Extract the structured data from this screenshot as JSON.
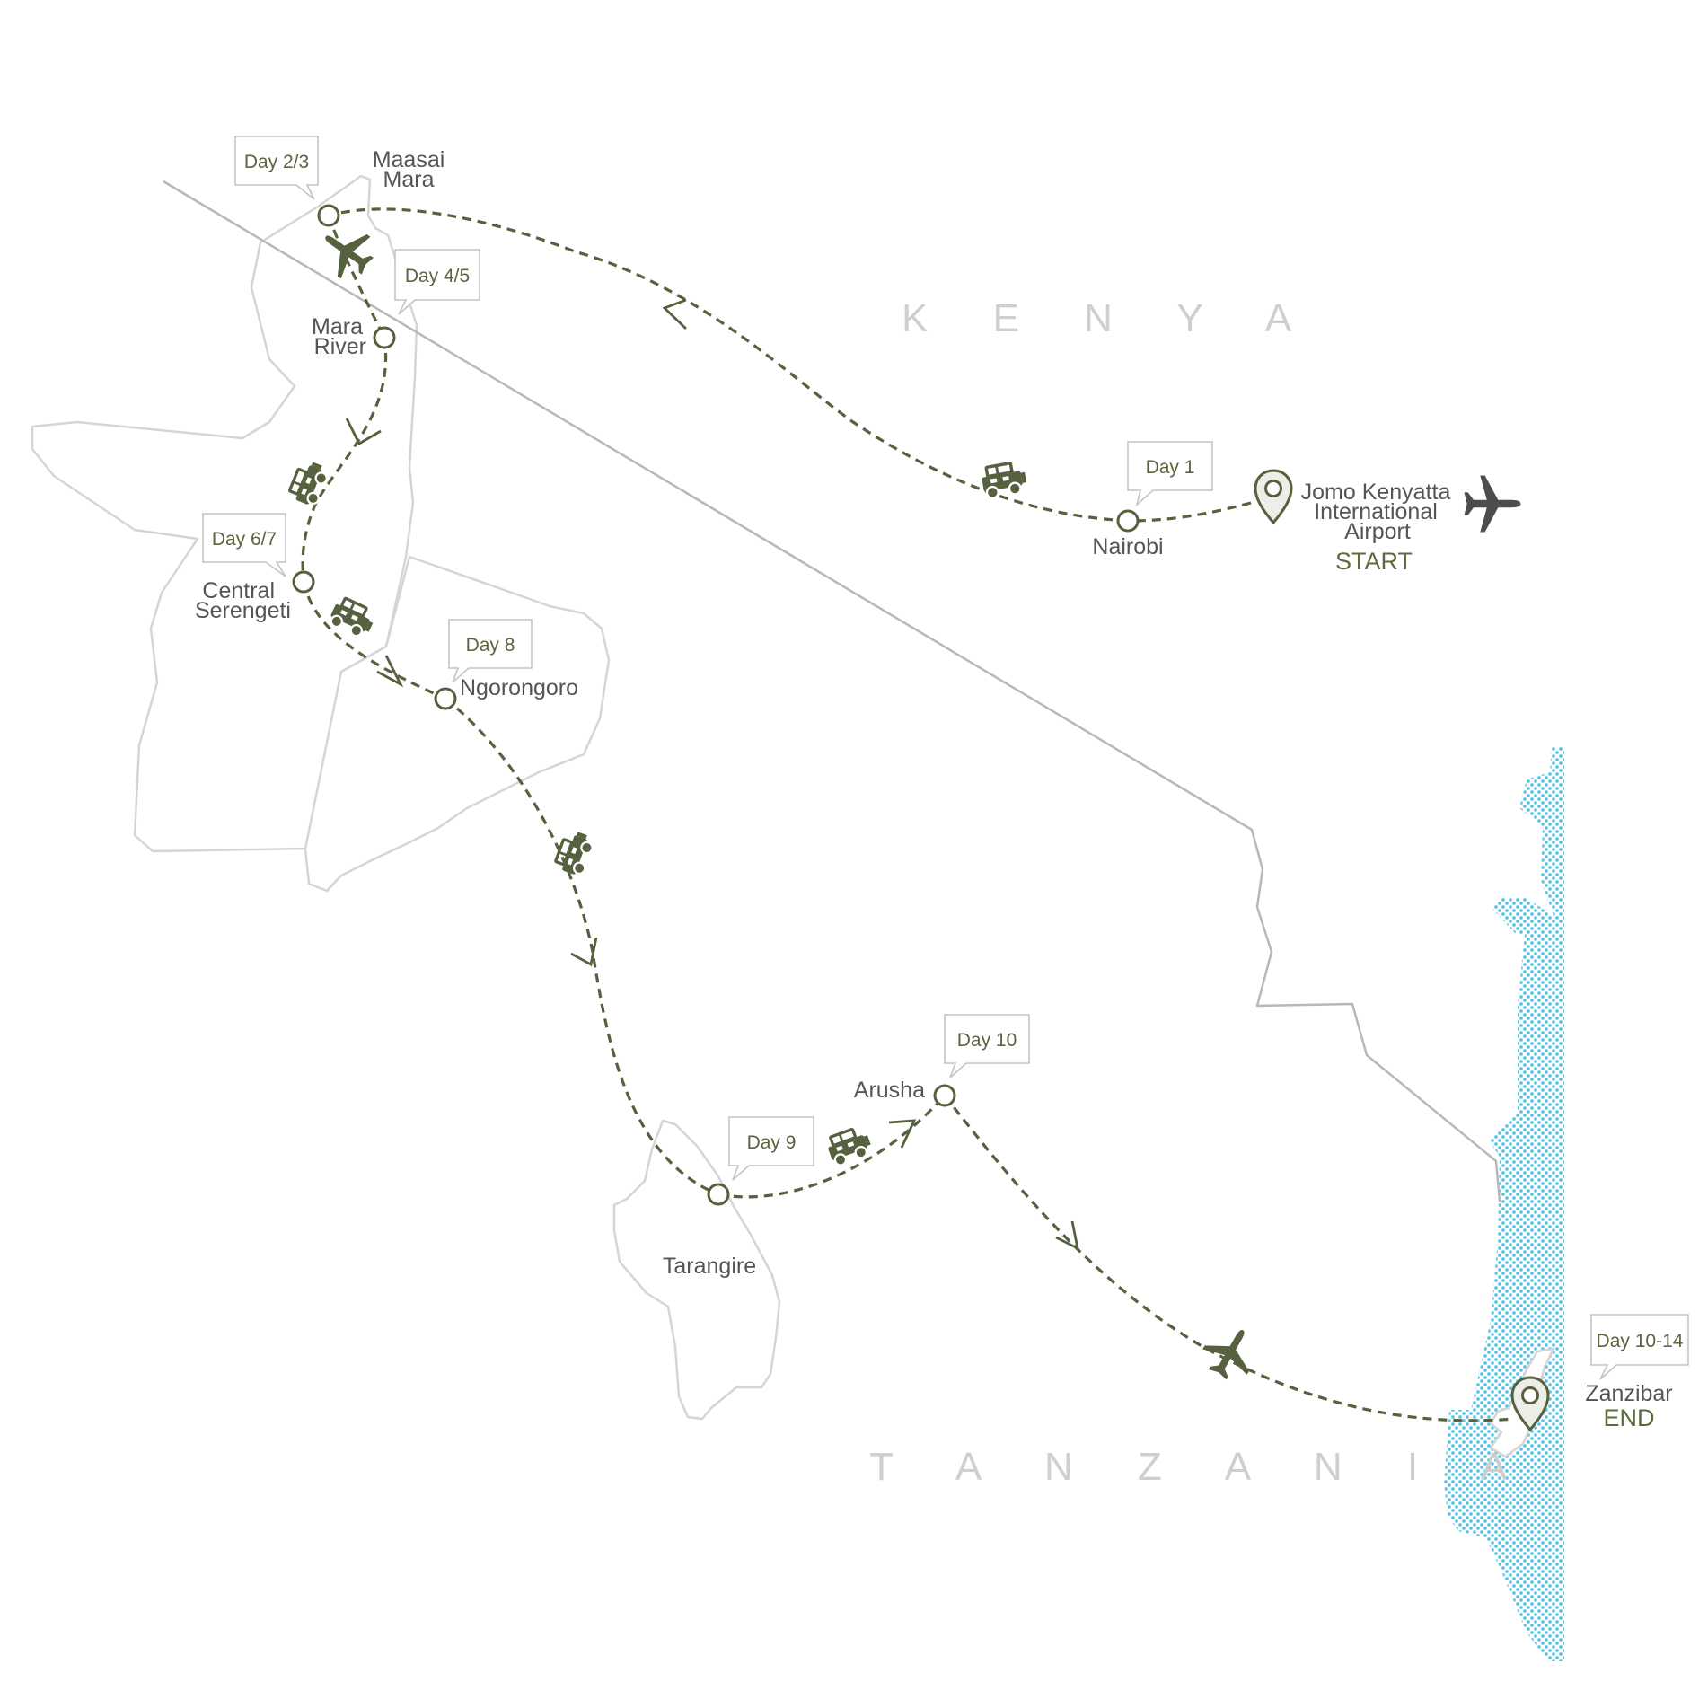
{
  "countries": {
    "kenya": "K E N Y A",
    "tanzania": "T A N Z A N I A"
  },
  "start": {
    "name_lines": [
      "Jomo Kenyatta",
      "International",
      "Airport"
    ],
    "status": "START",
    "icon": "location-pin-icon",
    "airport_icon": "airplane-icon"
  },
  "end": {
    "name": "Zanzibar",
    "status": "END",
    "icon": "location-pin-icon"
  },
  "stops": [
    {
      "id": "nairobi",
      "name_lines": [
        "Nairobi"
      ],
      "day": "Day 1"
    },
    {
      "id": "maasai-mara",
      "name_lines": [
        "Maasai",
        "Mara"
      ],
      "day": "Day 2/3"
    },
    {
      "id": "mara-river",
      "name_lines": [
        "Mara",
        "River"
      ],
      "day": "Day 4/5"
    },
    {
      "id": "central-serengeti",
      "name_lines": [
        "Central",
        "Serengeti"
      ],
      "day": "Day 6/7"
    },
    {
      "id": "ngorongoro",
      "name_lines": [
        "Ngorongoro"
      ],
      "day": "Day 8"
    },
    {
      "id": "tarangire",
      "name_lines": [
        "Tarangire"
      ],
      "day": "Day 9"
    },
    {
      "id": "arusha",
      "name_lines": [
        "Arusha"
      ],
      "day": "Day 10"
    },
    {
      "id": "zanzibar",
      "name_lines": [],
      "day": "Day 10-14"
    }
  ],
  "legs": [
    {
      "from": "Jomo Kenyatta International Airport",
      "to": "Nairobi",
      "mode": "none"
    },
    {
      "from": "Nairobi",
      "to": "Maasai Mara",
      "mode": "safari-vehicle-icon"
    },
    {
      "from": "Maasai Mara",
      "to": "Mara River",
      "mode": "airplane-icon"
    },
    {
      "from": "Mara River",
      "to": "Central Serengeti",
      "mode": "safari-vehicle-icon"
    },
    {
      "from": "Central Serengeti",
      "to": "Ngorongoro",
      "mode": "safari-vehicle-icon"
    },
    {
      "from": "Ngorongoro",
      "to": "Tarangire",
      "mode": "safari-vehicle-icon"
    },
    {
      "from": "Tarangire",
      "to": "Arusha",
      "mode": "safari-vehicle-icon"
    },
    {
      "from": "Arusha",
      "to": "Zanzibar",
      "mode": "airplane-icon"
    }
  ],
  "colors": {
    "route": "#56613f",
    "label": "#555555",
    "country": "#cfcfcf",
    "border": "#d5d5d5",
    "water": "#5fc4e6",
    "airplane_dark": "#4d4d4d"
  }
}
